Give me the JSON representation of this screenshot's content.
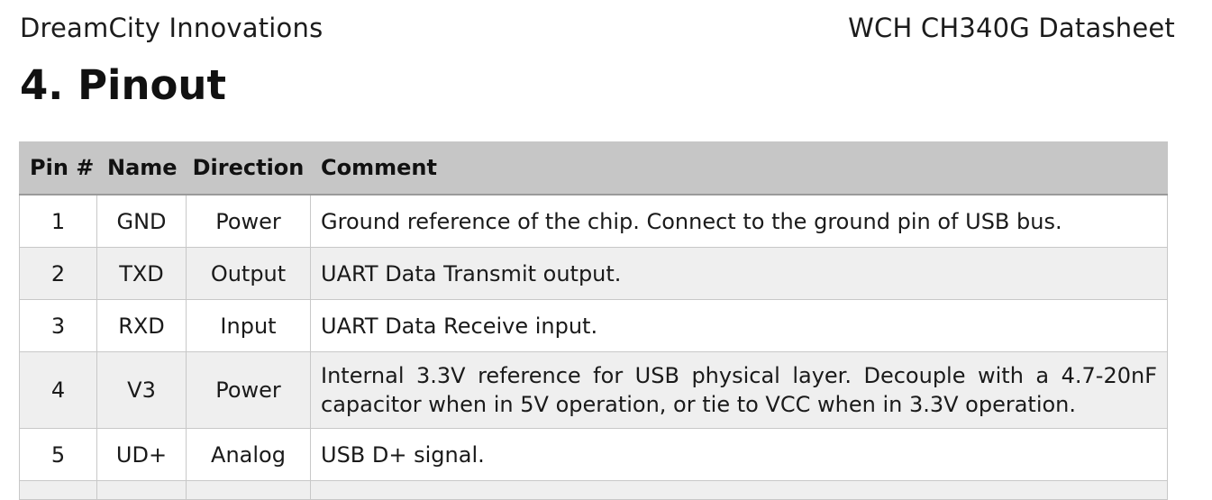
{
  "header": {
    "company": "DreamCity Innovations",
    "document": "WCH CH340G Datasheet"
  },
  "section": {
    "title": "4. Pinout"
  },
  "table": {
    "columns": {
      "pin": "Pin #",
      "name": "Name",
      "direction": "Direction",
      "comment": "Comment"
    },
    "rows": [
      {
        "pin": "1",
        "name": "GND",
        "direction": "Power",
        "comment": "Ground reference of the chip. Connect to the ground pin of USB bus."
      },
      {
        "pin": "2",
        "name": "TXD",
        "direction": "Output",
        "comment": "UART Data Transmit output."
      },
      {
        "pin": "3",
        "name": "RXD",
        "direction": "Input",
        "comment": "UART Data Receive input."
      },
      {
        "pin": "4",
        "name": "V3",
        "direction": "Power",
        "comment": "Internal 3.3V reference for USB physical layer. Decouple with a 4.7-20nF capacitor when in 5V operation, or tie to VCC when in 3.3V operation."
      },
      {
        "pin": "5",
        "name": "UD+",
        "direction": "Analog",
        "comment": "USB D+ signal."
      }
    ]
  }
}
